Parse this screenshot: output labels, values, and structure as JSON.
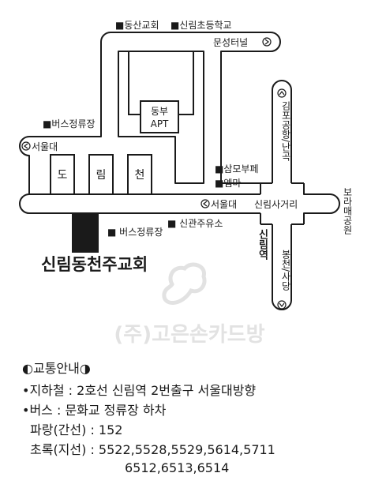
{
  "map": {
    "labels": {
      "dongsan_church": "■동산교회",
      "sillim_elem": "■신림초등학교",
      "munseong_tunnel": "문성터널",
      "dongbu_apt_l1": "동부",
      "dongbu_apt_l2": "APT",
      "bus_stop_top": "■버스정류장",
      "seoul_univ_left": "서울대",
      "bldg_do": "도",
      "bldg_rim": "림",
      "bldg_cheon": "천",
      "sammo_bupe": "■삼모부페",
      "emma": "■엠마",
      "seoul_univ_right": "서울대",
      "sillim_sageori": "신림사거리",
      "boramae_park": "보라매공원",
      "gimpo_airport": "김포공항/난곡",
      "sillim_station": "신림역",
      "bongcheon_sadang": "봉천/사당",
      "bus_stop_bottom": "■ 버스정류장",
      "singwan_gas": "■ 신관주유소",
      "church_name": "신림동천주교회",
      "watermark": "(주)고은손카드방"
    },
    "colors": {
      "road": "#1a1a1a",
      "church_block": "#1a1a1a",
      "watermark": "#e2e2e2"
    }
  },
  "info": {
    "title": "교통안내",
    "subway": "•지하철 : 2호선 신림역 2번출구 서울대방향",
    "bus": "•버스 : 문화교 정류장 하차",
    "blue_bus": "파랑(간선) : 152",
    "green_bus_1": "초록(지선) : 5522,5528,5529,5614,5711",
    "green_bus_2": "6512,6513,6514"
  }
}
